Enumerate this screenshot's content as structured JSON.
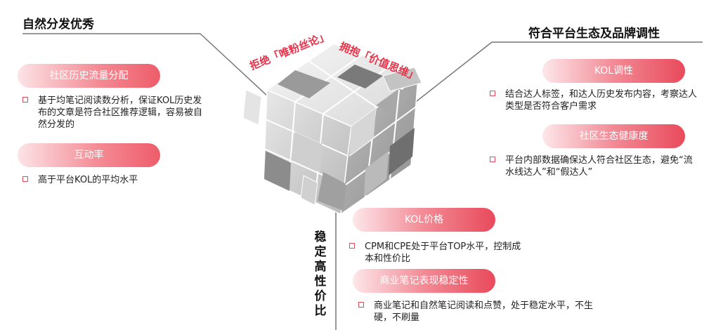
{
  "sections": {
    "natural": {
      "title": "自然分发优秀",
      "history": {
        "pill": "社区历史流量分配",
        "text": "基于均笔记阅读数分析，保证KOL历史发布的文章是符合社区推荐逻辑，容易被自然分发的"
      },
      "interaction": {
        "pill": "互动率",
        "text": "高于平台KOL的平均水平"
      }
    },
    "brand": {
      "title": "符合平台生态及品牌调性",
      "tone": {
        "pill": "KOL调性",
        "text": "结合达人标签，和达人历史发布内容，考察达人类型是否符合客户需求"
      },
      "health": {
        "pill": "社区生态健康度",
        "text": "平台内部数据确保达人符合社区生态，避免“流水线达人”和“假达人”"
      }
    },
    "value": {
      "title": "稳定高性价比",
      "price": {
        "pill": "KOL价格",
        "text": "CPM和CPE处于平台TOP水平，控制成本和性价比"
      },
      "stability": {
        "pill": "商业笔记表现稳定性",
        "text": "商业笔记和自然笔记阅读和点赞，处于稳定水平，不生硬，不刷量"
      }
    }
  },
  "captions": {
    "left": "拒绝「唯粉丝论」",
    "right": "拥抱「价值思维」"
  },
  "colors": {
    "accent": "#e8334a",
    "line": "#666666",
    "cube_light": "#f2f2f2",
    "cube_mid": "#c8c8c8",
    "cube_dark": "#8a8a8a"
  }
}
